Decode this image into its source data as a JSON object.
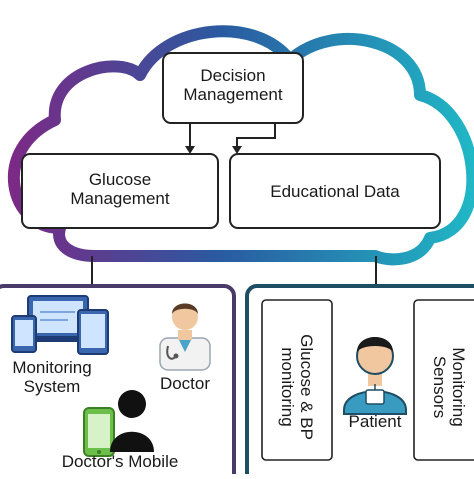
{
  "cloud": {
    "decision": [
      "Decision",
      "Management"
    ],
    "glucose": [
      "Glucose",
      "Management"
    ],
    "educational": "Educational Data"
  },
  "left_panel": {
    "monitoring_system": [
      "Monitoring",
      "System"
    ],
    "doctor": "Doctor",
    "doctors_mobile": "Doctor's Mobile"
  },
  "right_panel": {
    "glucose_bp": [
      "Glucose & BP",
      "monitoring"
    ],
    "patient": "Patient",
    "monitoring_sensors": [
      "Monitoring",
      "Sensors"
    ]
  },
  "colors": {
    "cloud_gradient_start": "#7b2a86",
    "cloud_gradient_mid": "#1d6f9a",
    "cloud_gradient_end": "#20b7c6",
    "left_panel_border": "#4a3a6a",
    "right_panel_border": "#1f4d63"
  },
  "icons": [
    "tablet-devices-icon",
    "doctor-icon",
    "mobile-phone-icon",
    "person-icon",
    "patient-icon"
  ]
}
